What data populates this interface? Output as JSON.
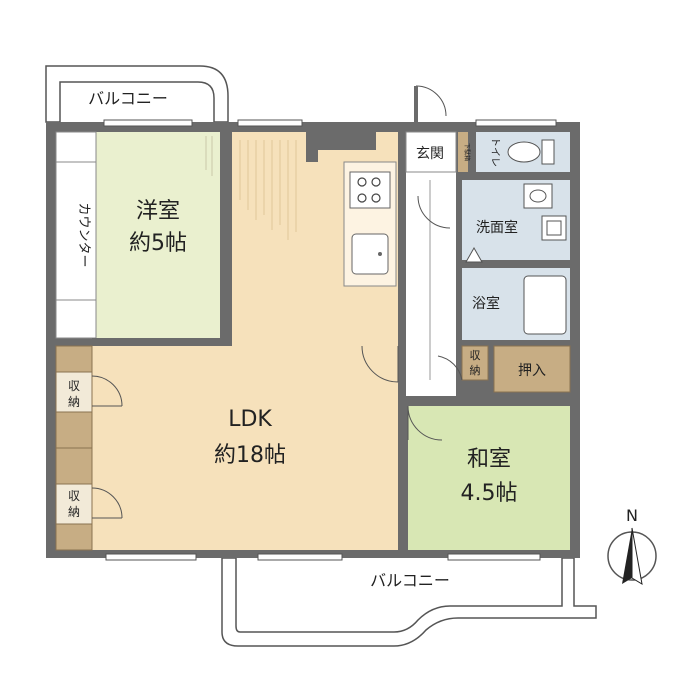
{
  "floorplan": {
    "balcony_north": "バルコニー",
    "balcony_south": "バルコニー",
    "western_room": {
      "name": "洋室",
      "size": "約5帖"
    },
    "counter": "カウンター",
    "ldk": {
      "name": "LDK",
      "size": "約18帖"
    },
    "storage_left_1": [
      "収",
      "納"
    ],
    "storage_left_2": [
      "収",
      "納"
    ],
    "storage_mid": [
      "収",
      "納"
    ],
    "entrance": "玄関",
    "shoe_box": "下駄箱",
    "toilet": "トイレ",
    "washroom": "洗面室",
    "bathroom": "浴室",
    "closet": "押入",
    "japanese_room": {
      "name": "和室",
      "size": "4.5帖"
    },
    "compass": "N"
  },
  "colors": {
    "wall": "#6b6b6b",
    "wood_floor": "#f6e1bb",
    "western_floor": "#eaf0cf",
    "tatami": "#d8e7b4",
    "storage_wood": "#c7ad84",
    "tile": "#d8e2ea"
  }
}
